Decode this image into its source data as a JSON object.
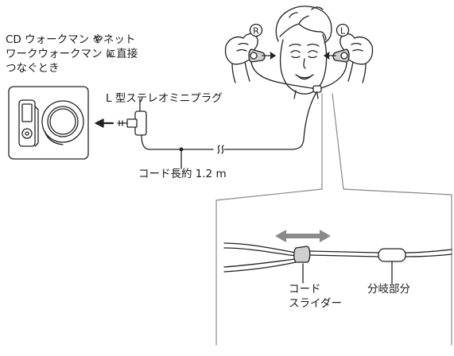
{
  "labels": {
    "cd_walkman_line1_a": "CD ウォークマン",
    "cd_walkman_line1_b": "やネット",
    "cd_walkman_line2_a": "ワークウォークマン",
    "cd_walkman_line2_b": "に直接",
    "cd_walkman_line3": "つなぐとき",
    "registered_mark": "®",
    "l_plug": "L 型ステレオミニプラグ",
    "cord_length": "コード長約 1.2 m",
    "cord_slider_line1": "コード",
    "cord_slider_line2": "スライダー",
    "branch_part": "分岐部分",
    "right_marker": "R",
    "left_marker": "L"
  },
  "colors": {
    "line": "#222222",
    "fill_light": "#ffffff",
    "fill_gray": "#cfcfcf",
    "zoom_arrow": "#8a8a8a",
    "skin": "#ffffff"
  },
  "icons": {
    "player": "portable-player-icon",
    "cd_player": "cd-player-icon",
    "arrow_left": "arrow-left-icon",
    "double_arrow": "double-arrow-icon"
  }
}
